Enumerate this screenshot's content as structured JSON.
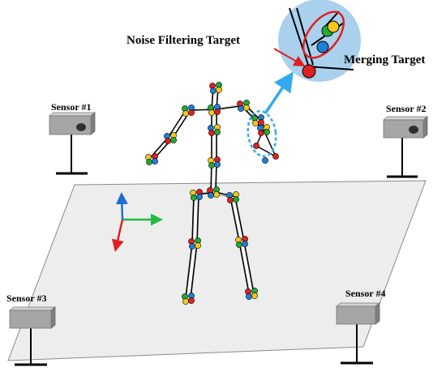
{
  "labels": {
    "noise_filtering_target": "Noise Filtering Target",
    "merging_target": "Merging Target"
  },
  "sensors": [
    {
      "label": "Sensor #1"
    },
    {
      "label": "Sensor #2"
    },
    {
      "label": "Sensor #3"
    },
    {
      "label": "Sensor #4"
    }
  ],
  "colors": {
    "floor": "#ededed",
    "floor_edge": "#8a8a8a",
    "zoom_circle": "#a9d1ee",
    "callout_arrow": "#33aaee",
    "highlight_ring": "#e02020",
    "joint_red": "#e02020",
    "joint_green": "#22aa33",
    "joint_blue": "#1e7fd8",
    "joint_yellow": "#f2c81a",
    "axis_x": "#22bb44",
    "axis_y": "#1e6fd0",
    "axis_z": "#e02020",
    "sensor_body": "#a6a6a6",
    "sensor_lens": "#303030"
  }
}
